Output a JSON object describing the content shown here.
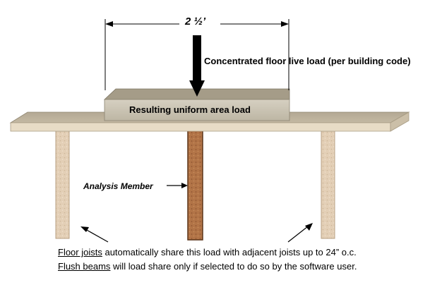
{
  "dimension": {
    "label": "2 ½’"
  },
  "load": {
    "label": "Concentrated floor live load (per building code)"
  },
  "uniform": {
    "label": "Resulting uniform area load"
  },
  "member": {
    "label": "Analysis Member"
  },
  "notes": {
    "line1_link": "Floor joists",
    "line1_rest": " automatically share this load with adjacent joists up to 24” o.c.",
    "line2_link": "Flush beams",
    "line2_rest": " will load share only if selected to do so by the software user."
  },
  "colors": {
    "deck": "#bbb098",
    "load_block": "#c9c2b0",
    "side_joist": "#e2cdb4",
    "analysis_member": "#b07245"
  }
}
